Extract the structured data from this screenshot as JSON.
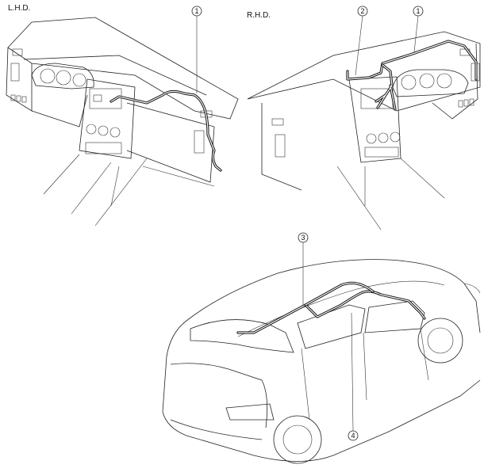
{
  "views": {
    "lhd_label": "L.H.D.",
    "rhd_label": "R.H.D."
  },
  "callouts": {
    "lhd_1": "1",
    "rhd_2": "2",
    "rhd_1": "1",
    "vehicle_3": "3",
    "vehicle_4": "4"
  }
}
